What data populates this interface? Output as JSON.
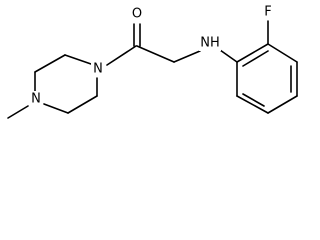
{
  "molecule": {
    "atoms": {
      "oxygen": "O",
      "nitrogen_piperazine_1": "N",
      "nitrogen_piperazine_4": "N",
      "amine_nh": "NH",
      "fluorine": "F"
    }
  },
  "colors": {
    "bond": "#000000",
    "text": "#000000",
    "background": "#ffffff"
  }
}
